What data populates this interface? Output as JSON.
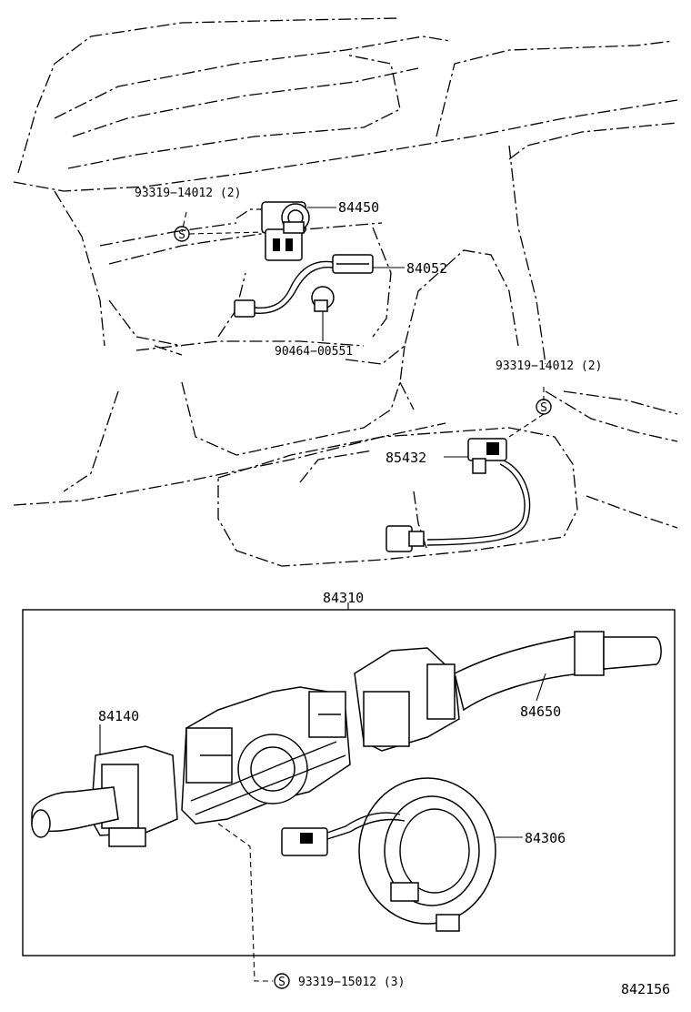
{
  "diagram": {
    "figure_number": "842156",
    "assembly_label": "84310",
    "parts": [
      {
        "id": "84450",
        "label": "84450"
      },
      {
        "id": "84052",
        "label": "84052"
      },
      {
        "id": "90464-00551",
        "label": "90464−00551"
      },
      {
        "id": "85432",
        "label": "85432"
      },
      {
        "id": "84140",
        "label": "84140"
      },
      {
        "id": "84650",
        "label": "84650"
      },
      {
        "id": "84306",
        "label": "84306"
      }
    ],
    "screws": [
      {
        "id": "s1",
        "label": "93319−14012 (2)",
        "symbol": "S"
      },
      {
        "id": "s2",
        "label": "93319−14012 (2)",
        "symbol": "S"
      },
      {
        "id": "s3",
        "label": "93319−15012 (3)",
        "symbol": "S"
      }
    ]
  }
}
